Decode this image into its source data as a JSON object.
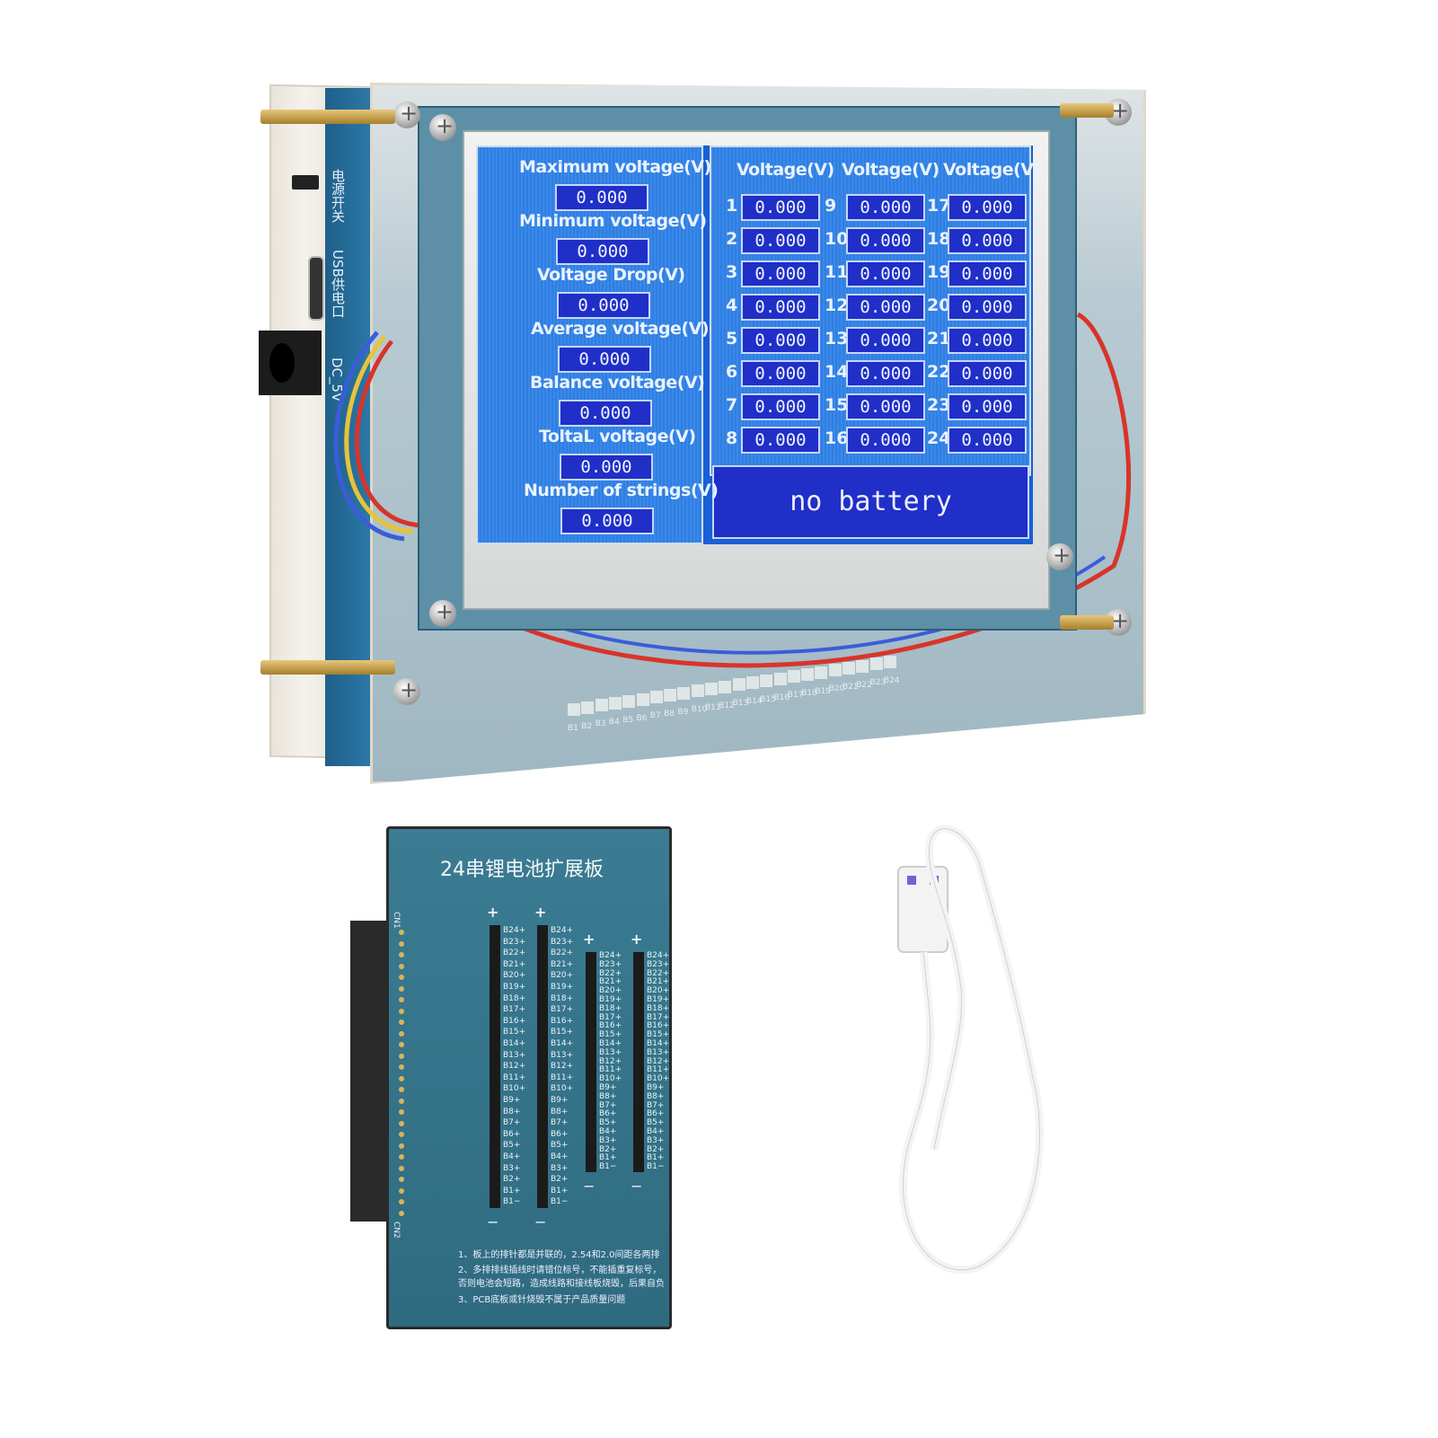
{
  "device": {
    "side_labels": {
      "power_switch": "电源开关",
      "usb_port": "USB供电口",
      "dc_jack": "DC_5V"
    },
    "screen": {
      "left_panel": [
        {
          "label": "Maximum voltage(V)",
          "value": "0.000"
        },
        {
          "label": "Minimum voltage(V)",
          "value": "0.000"
        },
        {
          "label": "Voltage Drop(V)",
          "value": "0.000"
        },
        {
          "label": "Average voltage(V)",
          "value": "0.000"
        },
        {
          "label": "Balance voltage(V)",
          "value": "0.000"
        },
        {
          "label": "ToltaL voltage(V)",
          "value": "0.000"
        },
        {
          "label": "Number of strings(V)",
          "value": "0.000"
        }
      ],
      "right_panel": {
        "column_headers": [
          "Voltage(V)",
          "Voltage(V)",
          "Voltage(V)"
        ],
        "cells": [
          {
            "n": "1",
            "v": "0.000"
          },
          {
            "n": "2",
            "v": "0.000"
          },
          {
            "n": "3",
            "v": "0.000"
          },
          {
            "n": "4",
            "v": "0.000"
          },
          {
            "n": "5",
            "v": "0.000"
          },
          {
            "n": "6",
            "v": "0.000"
          },
          {
            "n": "7",
            "v": "0.000"
          },
          {
            "n": "8",
            "v": "0.000"
          },
          {
            "n": "9",
            "v": "0.000"
          },
          {
            "n": "10",
            "v": "0.000"
          },
          {
            "n": "11",
            "v": "0.000"
          },
          {
            "n": "12",
            "v": "0.000"
          },
          {
            "n": "13",
            "v": "0.000"
          },
          {
            "n": "14",
            "v": "0.000"
          },
          {
            "n": "15",
            "v": "0.000"
          },
          {
            "n": "16",
            "v": "0.000"
          },
          {
            "n": "17",
            "v": "0.000"
          },
          {
            "n": "18",
            "v": "0.000"
          },
          {
            "n": "19",
            "v": "0.000"
          },
          {
            "n": "20",
            "v": "0.000"
          },
          {
            "n": "21",
            "v": "0.000"
          },
          {
            "n": "22",
            "v": "0.000"
          },
          {
            "n": "23",
            "v": "0.000"
          },
          {
            "n": "24",
            "v": "0.000"
          }
        ]
      },
      "status": "no battery"
    },
    "pad_labels": [
      "B1",
      "B2",
      "B3",
      "B4",
      "B5",
      "B6",
      "B7",
      "B8",
      "B9",
      "B10",
      "B11",
      "B12",
      "B13",
      "B14",
      "B15",
      "B16",
      "B17",
      "B18",
      "B19",
      "B20",
      "B21",
      "B22",
      "B23",
      "B24"
    ]
  },
  "expansion_board": {
    "title": "24串锂电池扩展板",
    "connector_labels": [
      "CN1",
      "CN2"
    ],
    "plus": "+",
    "minus": "−",
    "pin_labels": [
      "B24+",
      "B23+",
      "B22+",
      "B21+",
      "B20+",
      "B19+",
      "B18+",
      "B17+",
      "B16+",
      "B15+",
      "B14+",
      "B13+",
      "B12+",
      "B11+",
      "B10+",
      "B9+",
      "B8+",
      "B7+",
      "B6+",
      "B5+",
      "B4+",
      "B3+",
      "B2+",
      "B1+",
      "B1−"
    ],
    "notes": [
      "1、板上的排针都是并联的，2.54和2.0间距各两排",
      "2、多排排线插线时请错位标号，不能插重复标号，",
      "否则电池会短路，造成线路和接线板烧毁，后果自负",
      "3、PCB底板或针烧毁不属于产品质量问题"
    ]
  },
  "colors": {
    "screen_blue": "#2f7ee2",
    "value_box": "#1f2fc8",
    "pcb": "#3b7c93"
  }
}
